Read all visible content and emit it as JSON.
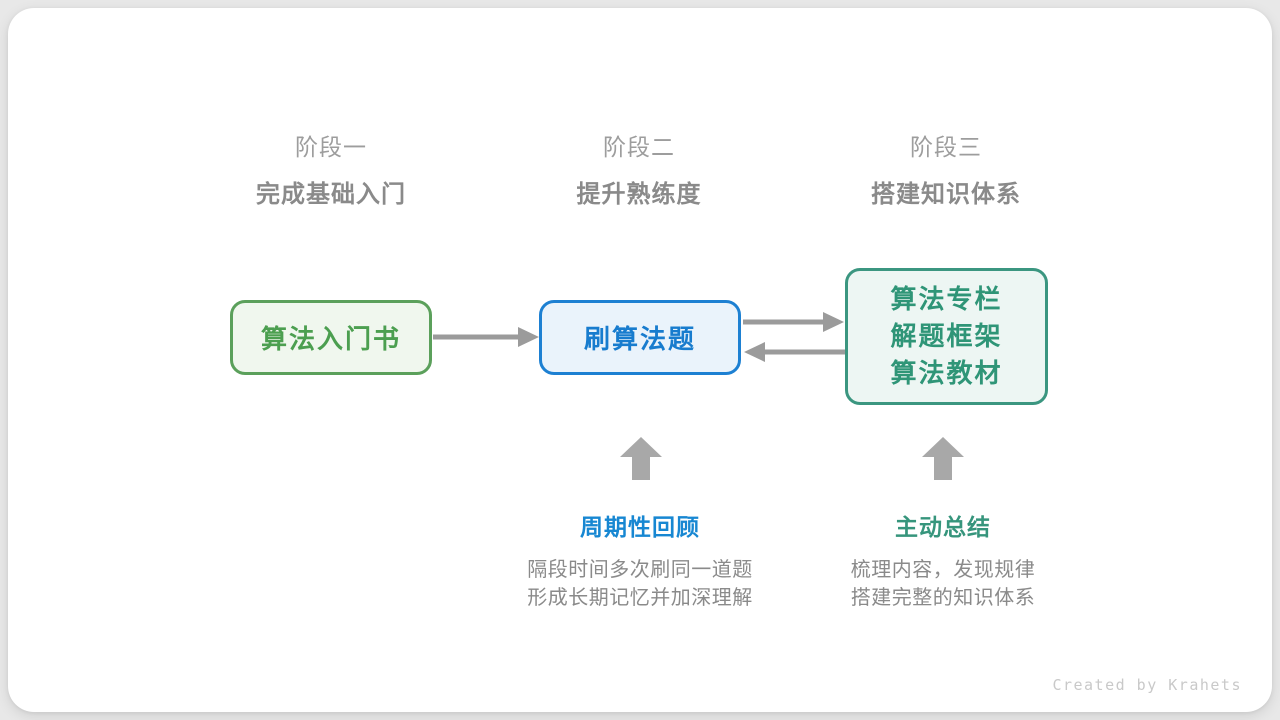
{
  "stages": [
    {
      "label": "阶段一",
      "subtitle": "完成基础入门"
    },
    {
      "label": "阶段二",
      "subtitle": "提升熟练度"
    },
    {
      "label": "阶段三",
      "subtitle": "搭建知识体系"
    }
  ],
  "nodes": {
    "intro_book": {
      "label": "算法入门书"
    },
    "practice": {
      "label": "刷算法题"
    },
    "advanced": {
      "lines": [
        "算法专栏",
        "解题框架",
        "算法教材"
      ]
    }
  },
  "annotations": {
    "review": {
      "title": "周期性回顾",
      "lines": [
        "隔段时间多次刷同一道题",
        "形成长期记忆并加深理解"
      ]
    },
    "summarize": {
      "title": "主动总结",
      "lines": [
        "梳理内容，发现规律",
        "搭建完整的知识体系"
      ]
    }
  },
  "icons": {
    "arrow_right_1": "arrow-right-icon",
    "arrow_right_2": "arrow-right-icon",
    "arrow_left_1": "arrow-left-icon",
    "arrow_up_1": "arrow-up-icon",
    "arrow_up_2": "arrow-up-icon"
  },
  "colors": {
    "node_green_border": "#5ba05b",
    "node_green_fill": "#f0f7ee",
    "node_green_text": "#4c9f50",
    "node_blue_border": "#1d80d2",
    "node_blue_fill": "#eaf3fb",
    "node_blue_text": "#187cce",
    "node_teal_border": "#3b9680",
    "node_teal_fill": "#edf6f3",
    "node_teal_text": "#2f9577",
    "annotation_blue": "#1787d2",
    "annotation_teal": "#36957c",
    "arrow_gray": "#9b9b9b",
    "block_arrow_gray": "#a8a8a8",
    "stage_label_gray": "#9d9d9d",
    "stage_subtitle_gray": "#8a8a8a",
    "body_text_gray": "#8a8a8a",
    "credit_gray": "#c9c9c9",
    "card_bg": "#ffffff",
    "page_bg": "#e8e8e8"
  },
  "footer": {
    "credit": "Created by Krahets"
  }
}
